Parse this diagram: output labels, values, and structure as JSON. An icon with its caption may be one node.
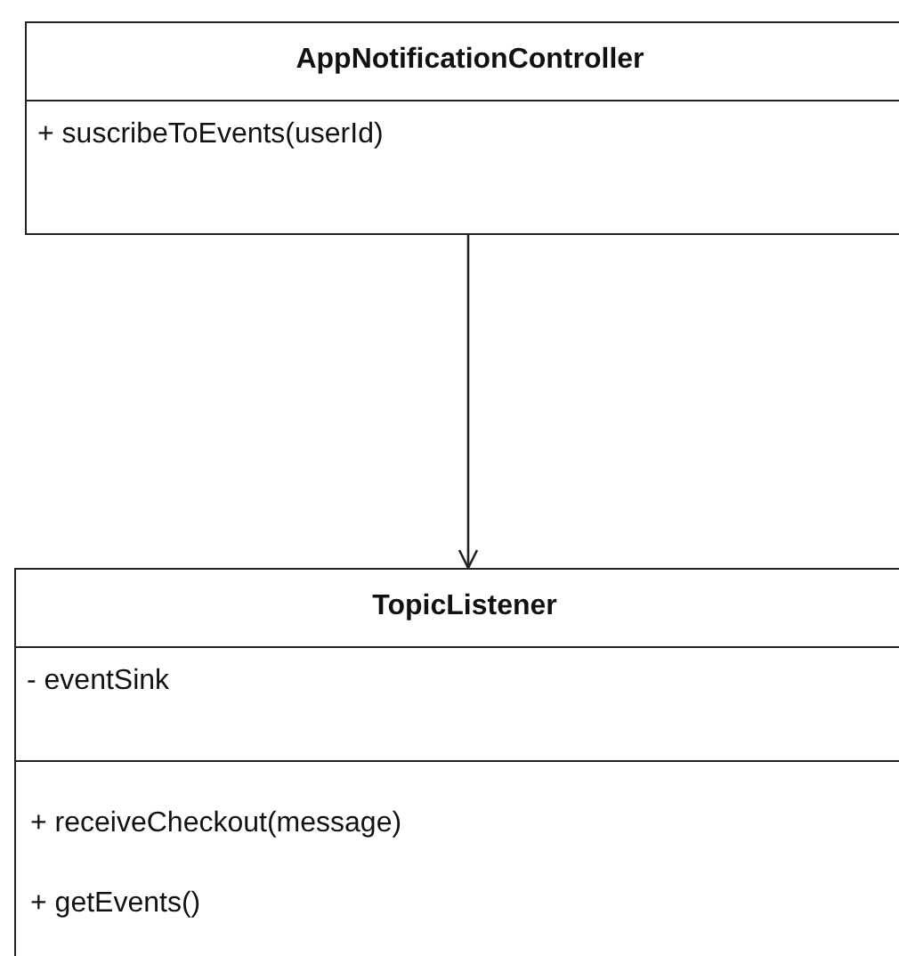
{
  "diagram": {
    "nodes": [
      {
        "text": [
          "AppNotificationController",
          "+ suscribeToEvents(userId)"
        ]
      },
      {
        "text": [
          "TopicListener",
          "- eventSink",
          "+ receiveCheckout(message)",
          "+ getEvents()"
        ]
      }
    ],
    "edges": [
      {
        "from": 0,
        "to": 1,
        "arrow": "to"
      }
    ]
  }
}
